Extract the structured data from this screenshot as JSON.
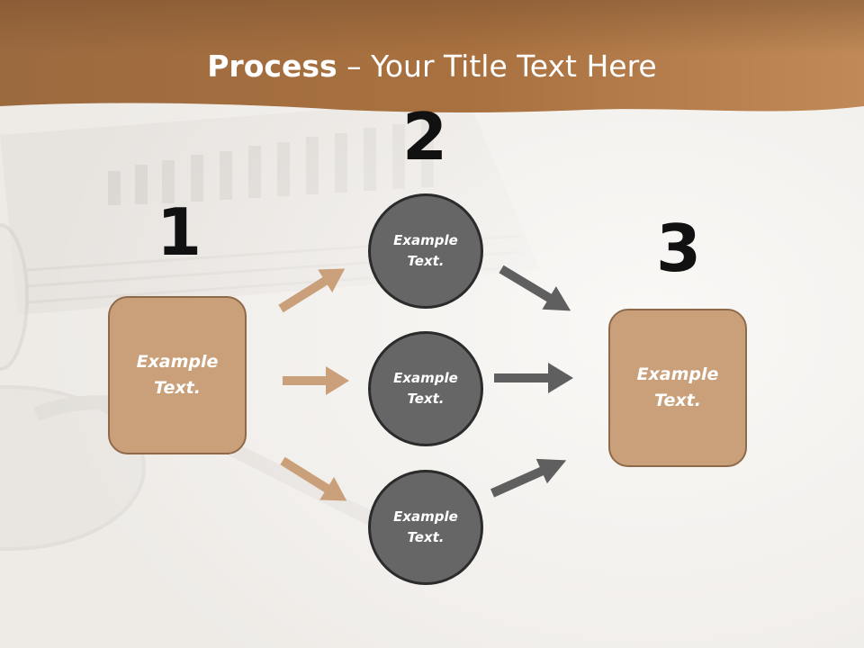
{
  "title": {
    "bold": "Process",
    "rest": " – Your Title Text Here"
  },
  "steps": {
    "step1": {
      "number": "1",
      "label": "Example Text."
    },
    "step2": {
      "number": "2",
      "circles": [
        {
          "label": "Example Text."
        },
        {
          "label": "Example Text."
        },
        {
          "label": "Example Text."
        }
      ]
    },
    "step3": {
      "number": "3",
      "label": "Example Text."
    }
  },
  "colors": {
    "header": "#b07848",
    "box_fill": "#c9a07a",
    "circle_fill": "#666666",
    "arrow_tan": "#c9a07a",
    "arrow_gray": "#5f5f5f"
  }
}
